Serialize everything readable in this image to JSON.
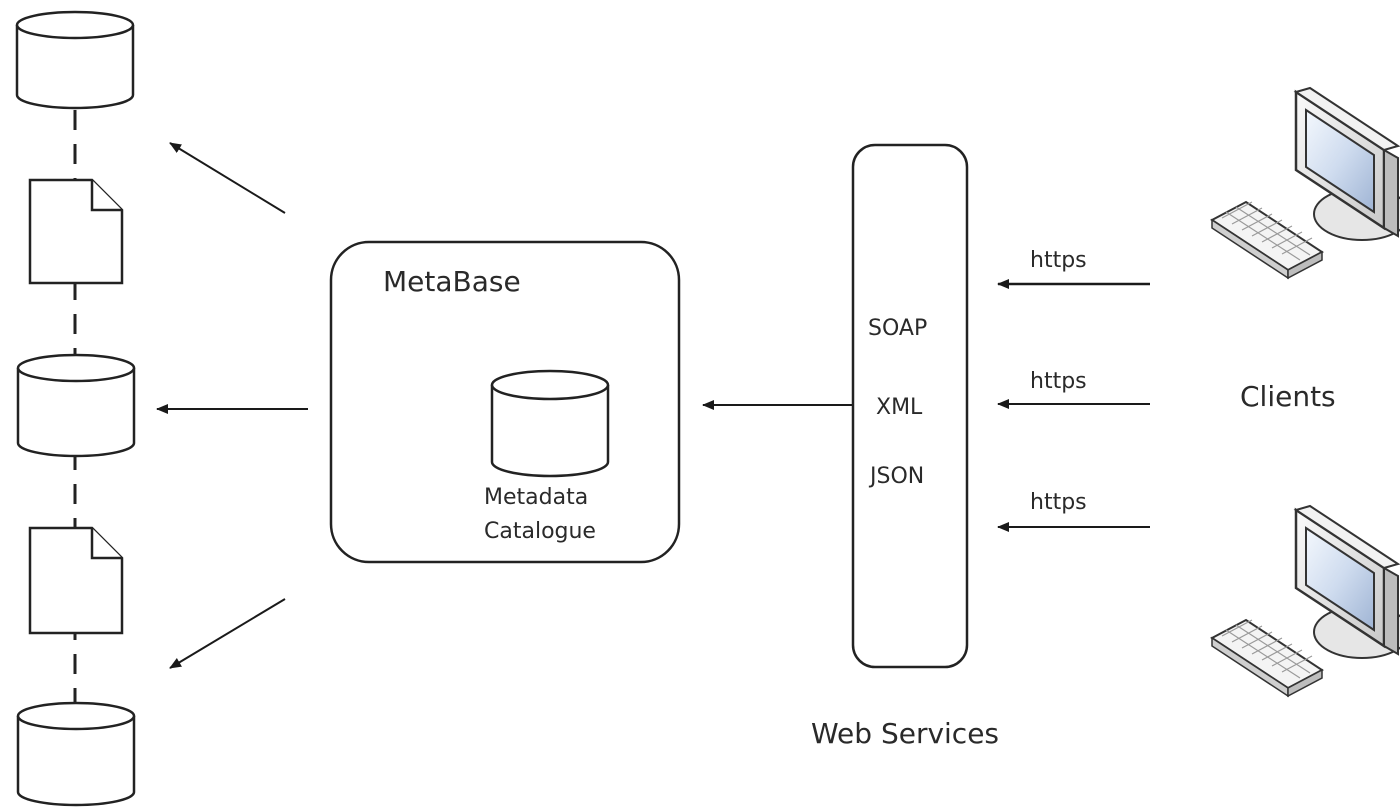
{
  "metabase": {
    "title": "MetaBase",
    "catalogue_line1": "Metadata",
    "catalogue_line2": "Catalogue"
  },
  "web_services": {
    "label": "Web Services",
    "formats": [
      "SOAP",
      "XML",
      "JSON"
    ]
  },
  "clients": {
    "label": "Clients"
  },
  "connections": {
    "protocols": [
      "https",
      "https",
      "https"
    ]
  },
  "data_sources": {
    "items": [
      "database-icon",
      "document-icon",
      "database-icon",
      "document-icon",
      "database-icon"
    ]
  }
}
